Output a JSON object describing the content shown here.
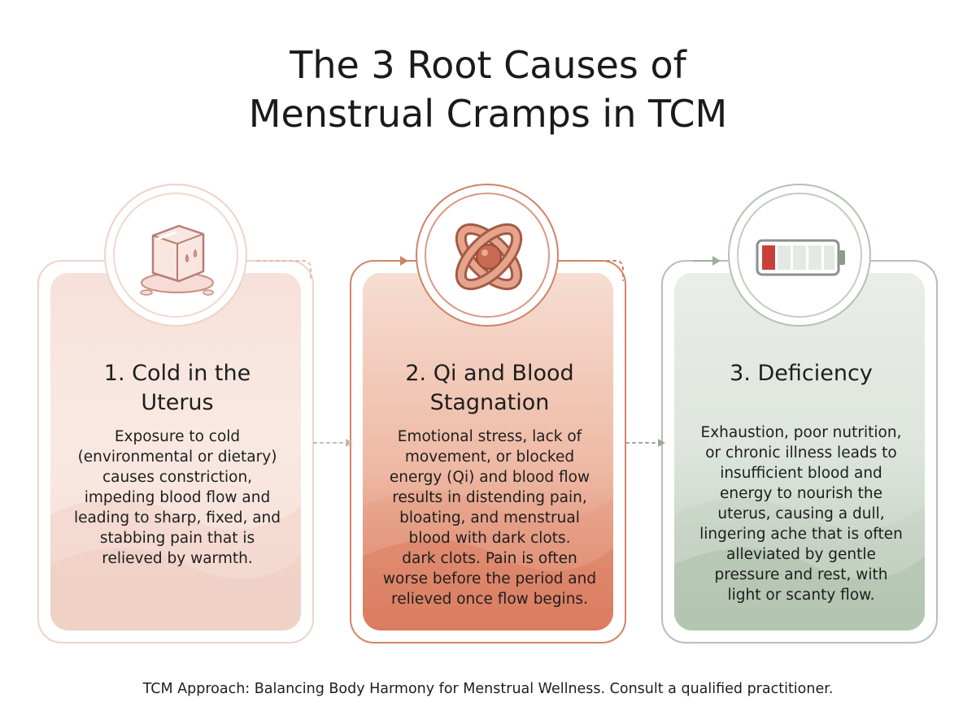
{
  "title": {
    "line1": "The 3 Root Causes of",
    "line2": "Menstrual Cramps in TCM"
  },
  "causes": [
    {
      "icon": "ice-cube-icon",
      "heading": [
        "1. Cold in the",
        "Uterus"
      ],
      "body": [
        "Exposure to cold",
        "(environmental or dietary)",
        "causes constriction,",
        "impeding blood flow and",
        "leading to sharp, fixed, and",
        "stabbing pain that is",
        "relieved by warmth."
      ],
      "color": "#ecd3ca"
    },
    {
      "icon": "knot-icon",
      "heading": [
        "2. Qi and Blood",
        "Stagnation"
      ],
      "body": [
        "Emotional stress, lack of",
        "movement, or blocked",
        "energy (Qi) and blood flow",
        "results in distending pain,",
        "bloating, and menstrual",
        "blood with dark clots.",
        "dark clots. Pain is often",
        "worse before the period and",
        "relieved once flow begins."
      ],
      "color": "#d0856a"
    },
    {
      "icon": "low-battery-icon",
      "heading": [
        "3. Deficiency"
      ],
      "body": [
        "Exhaustion, poor nutrition,",
        "or chronic illness leads to",
        "insufficient blood and",
        "energy to nourish the",
        "uterus, causing a dull,",
        "lingering ache that is often",
        "alleviated by gentle",
        "pressure and rest, with",
        "light or scanty flow."
      ],
      "color": "#b3c2b3"
    }
  ],
  "footer": "TCM Approach: Balancing Body Harmony for Menstrual Wellness. Consult a qualified practitioner."
}
